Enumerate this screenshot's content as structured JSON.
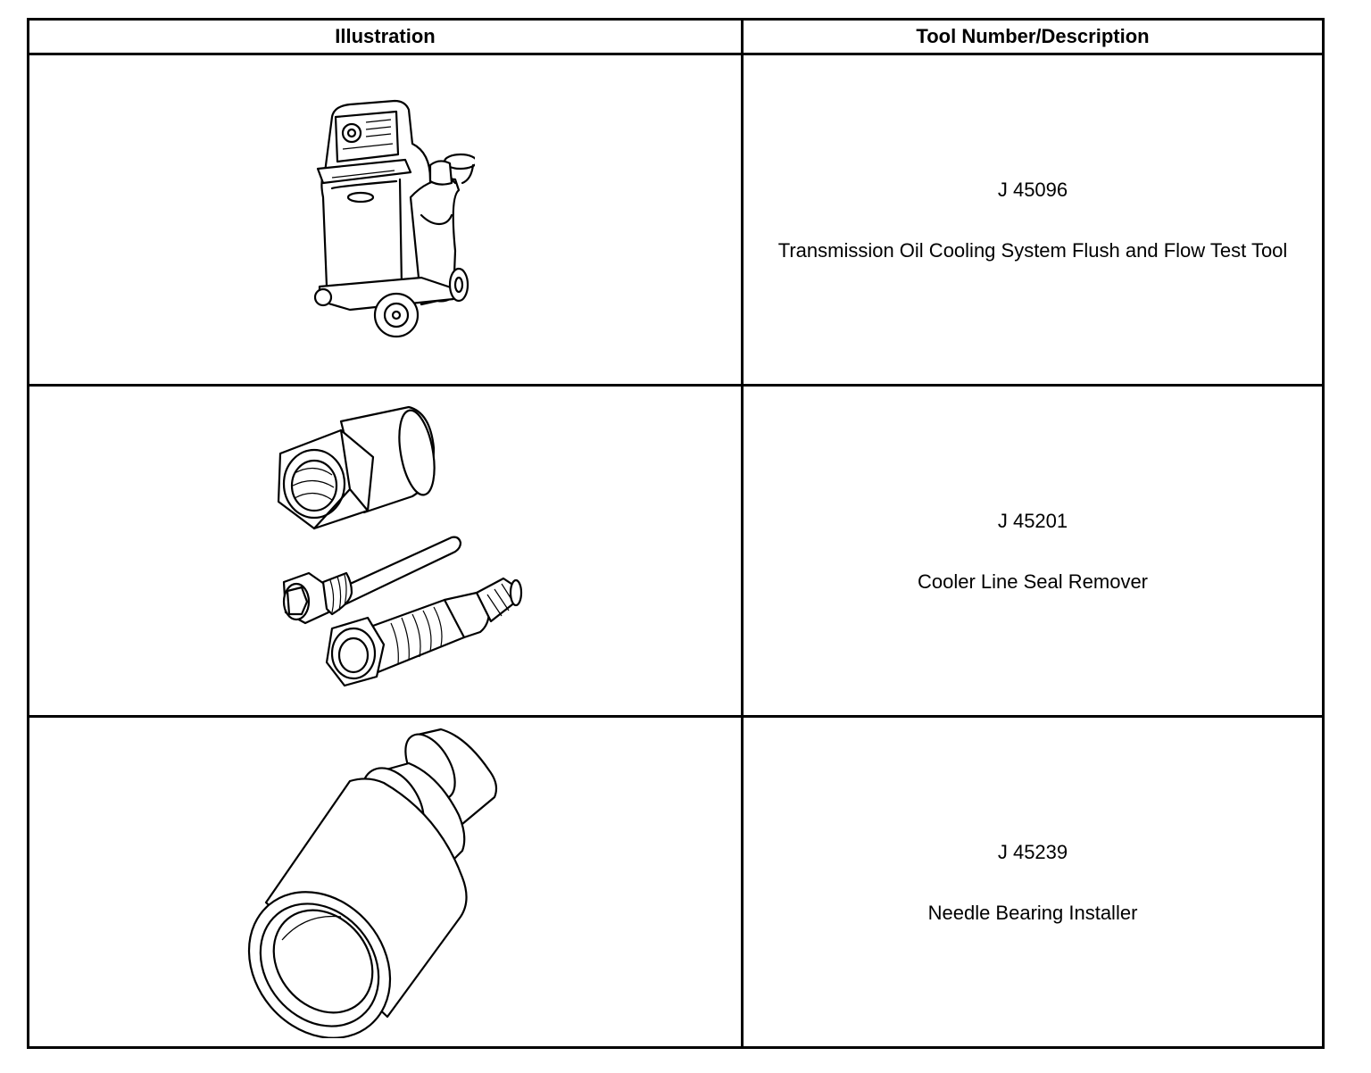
{
  "table": {
    "headers": {
      "illustration": "Illustration",
      "tool": "Tool Number/Description"
    },
    "rows": [
      {
        "number": "J 45096",
        "description": "Transmission Oil Cooling System Flush and Flow Test Tool",
        "illustration_icon": "flush-machine-icon"
      },
      {
        "number": "J 45201",
        "description": "Cooler Line Seal Remover",
        "illustration_icon": "seal-remover-icon"
      },
      {
        "number": "J 45239",
        "description": "Needle Bearing Installer",
        "illustration_icon": "bearing-installer-icon"
      }
    ]
  }
}
